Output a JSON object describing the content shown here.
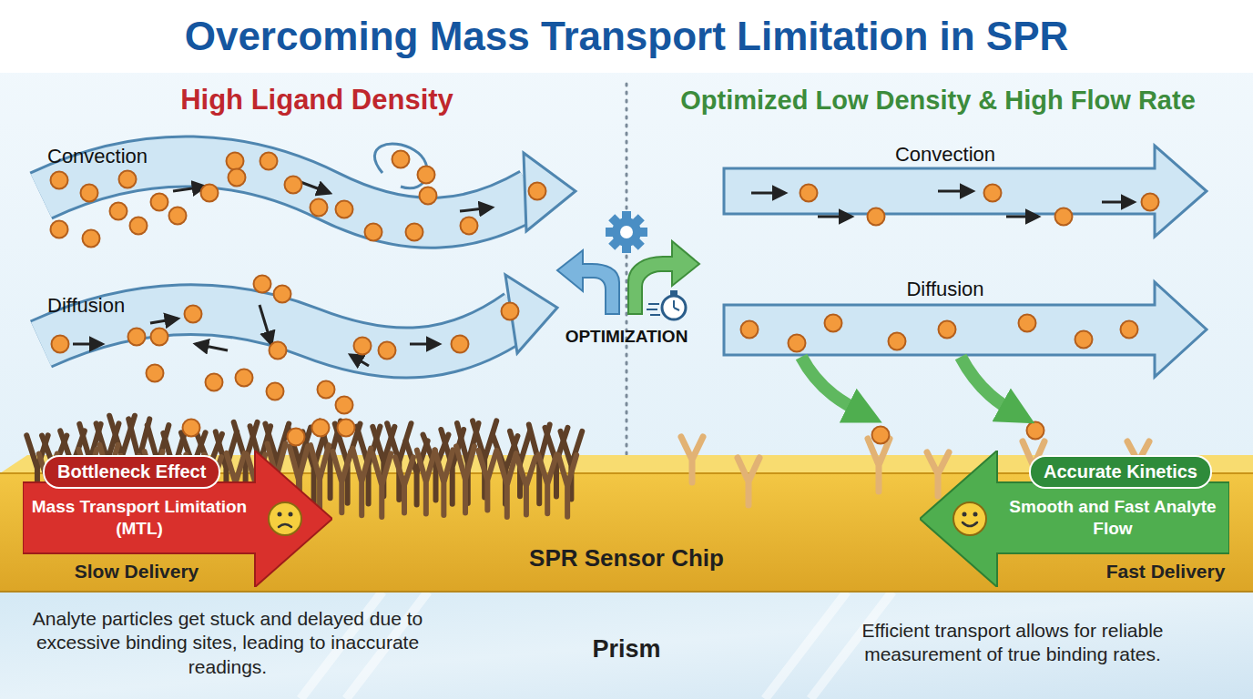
{
  "diagram": {
    "title": "Overcoming Mass Transport Limitation in SPR",
    "nodes": [
      {
        "text": [
          "Mass Transport Limitation (MTL)"
        ]
      },
      {
        "text": [
          "Bottleneck Effect"
        ],
        "in": 0
      },
      {
        "text": [
          "Smooth and Fast Analyte Flow"
        ]
      },
      {
        "text": [
          "Accurate Kinetics"
        ],
        "in": 2
      },
      {
        "text": [
          "SPR Sensor Chip"
        ]
      },
      {
        "text": [
          "Prism"
        ]
      }
    ],
    "labels": [
      "High Ligand Density",
      "Convection",
      "Diffusion",
      "OPTIMIZATION",
      "Optimized Low Density & High Flow Rate",
      "Convection",
      "Diffusion",
      "Slow Delivery",
      "Fast Delivery",
      "Analyte particles get stuck and delayed due to excessive binding sites, leading to inaccurate readings.",
      "Efficient transport allows for reliable measurement of true binding rates."
    ]
  }
}
